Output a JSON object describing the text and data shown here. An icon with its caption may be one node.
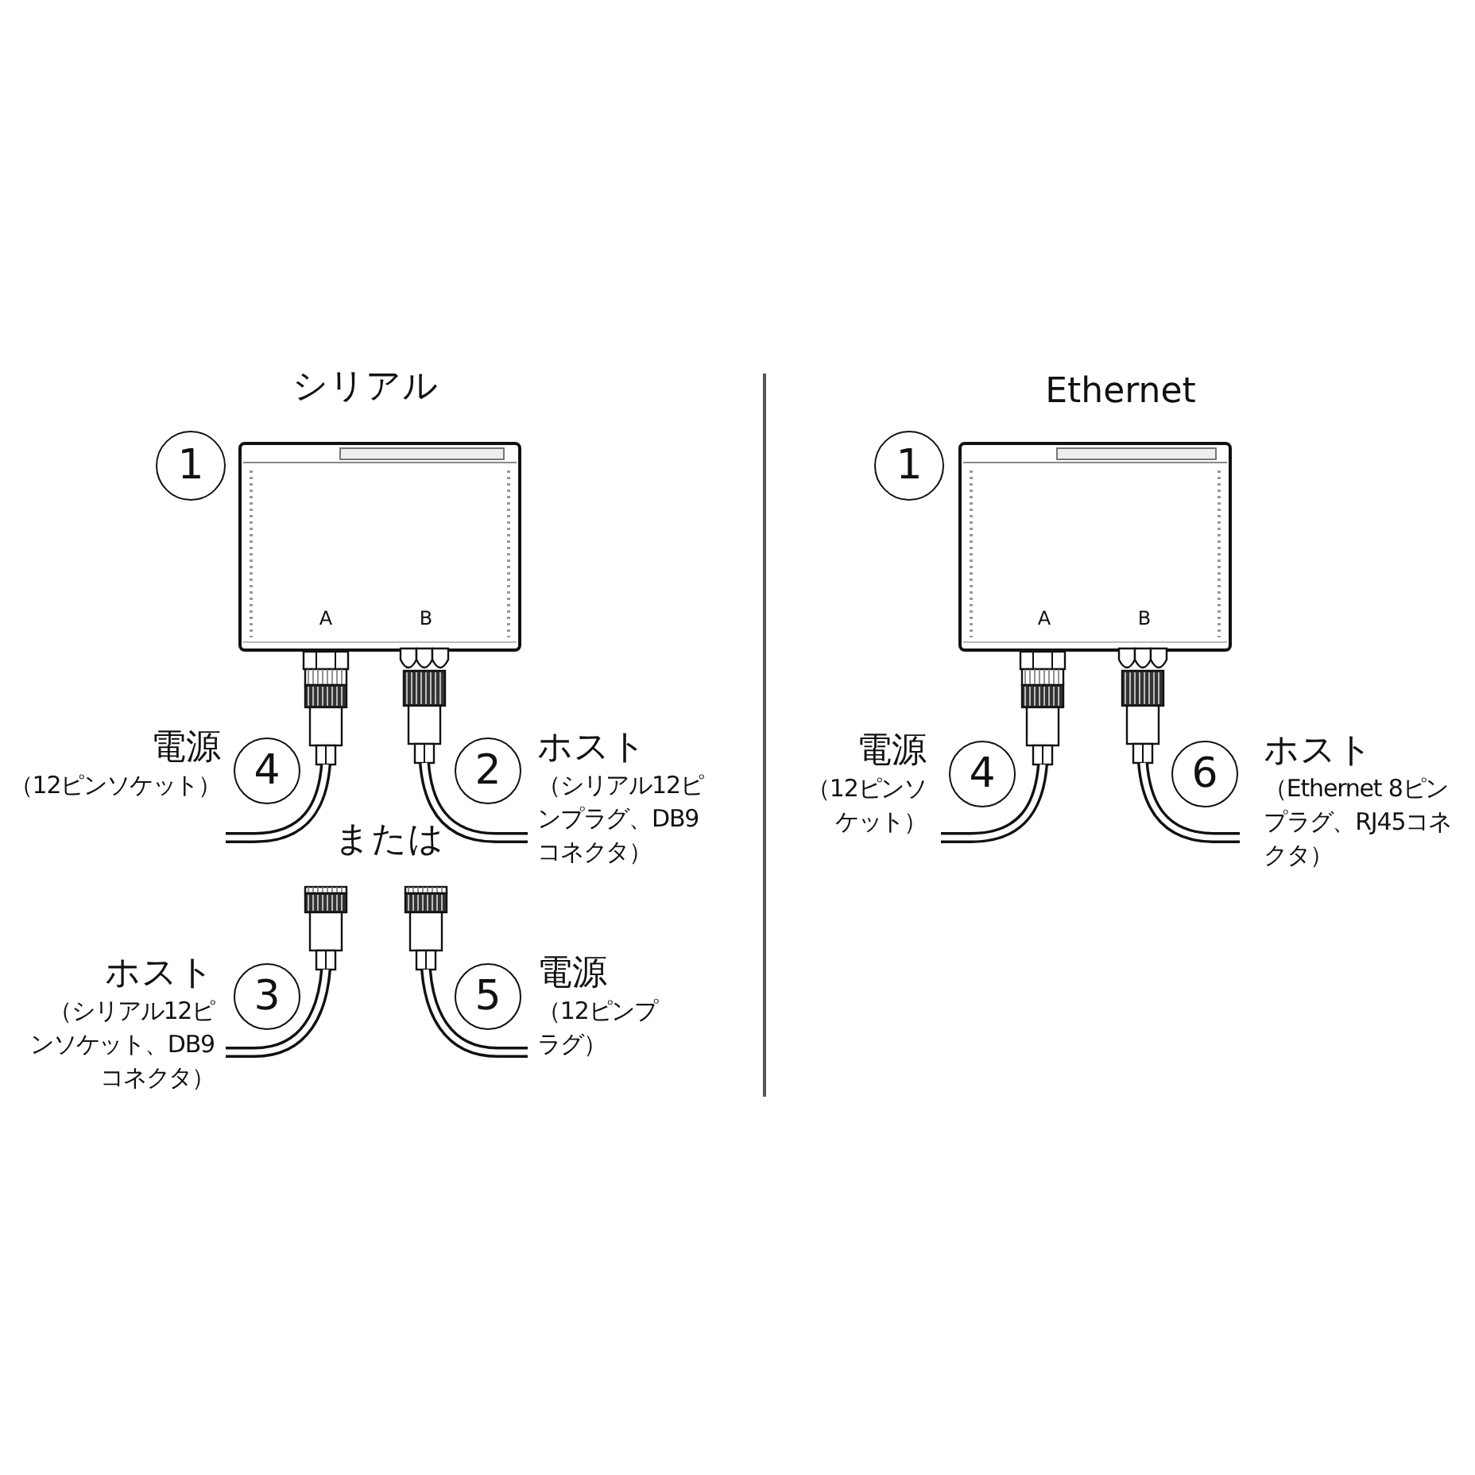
{
  "diagram": {
    "nodes": [
      {
        "text": [
          "1"
        ]
      },
      {
        "text": [
          "4"
        ],
        "beside": [
          "電源",
          "（12ピンソケット）"
        ]
      },
      {
        "text": [
          "2"
        ],
        "beside": [
          "ホスト",
          "（シリアル12ピンプラグ、DB9コネクタ）"
        ]
      },
      {
        "text": [
          "3"
        ],
        "beside": [
          "ホスト",
          "（シリアル12ピンソケット、DB9コネクタ）"
        ]
      },
      {
        "text": [
          "5"
        ],
        "beside": [
          "電源",
          "（12ピンプラグ）"
        ]
      },
      {
        "text": [
          "1"
        ]
      },
      {
        "text": [
          "4"
        ],
        "beside": [
          "電源",
          "（12ピンソケット）"
        ]
      },
      {
        "text": [
          "6"
        ],
        "beside": [
          "ホスト",
          "（Ethernet 8ピンプラグ、RJ45コネクタ）"
        ]
      }
    ],
    "labels": [
      "シリアル",
      "A",
      "B",
      "または",
      "Ethernet",
      "A",
      "B"
    ]
  }
}
